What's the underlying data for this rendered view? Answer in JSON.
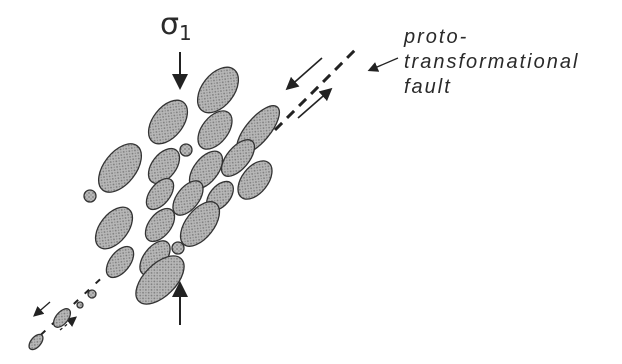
{
  "stress": {
    "symbol": "σ",
    "subscript": "1"
  },
  "fault_label": {
    "line1": "proto-",
    "line2": "transformational",
    "line3": "fault"
  }
}
